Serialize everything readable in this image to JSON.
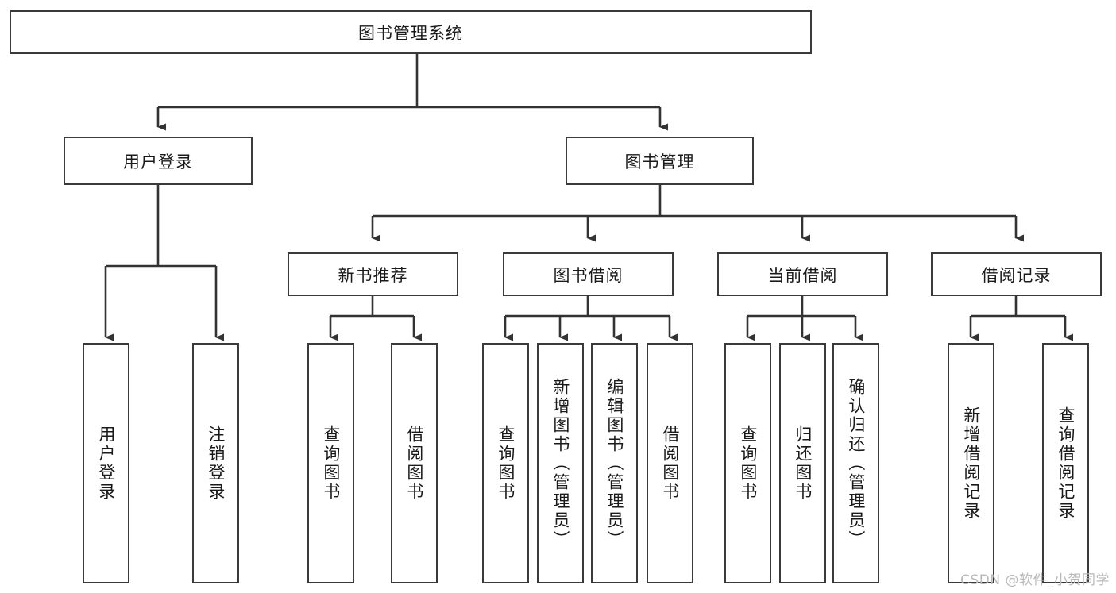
{
  "diagram": {
    "title": "图书管理系统",
    "type": "tree",
    "watermark": "CSDN @软件_小贺同学",
    "colors": {
      "background": "#ffffff",
      "box_border": "#3a3a3a",
      "box_fill": "#ffffff",
      "connector": "#333333",
      "text": "#1a1a1a",
      "watermark": "#b9b9b9"
    },
    "root": {
      "id": "root",
      "label": "图书管理系统"
    },
    "level2": [
      {
        "id": "user-login",
        "label": "用户登录"
      },
      {
        "id": "book-manage",
        "label": "图书管理"
      }
    ],
    "level3": [
      {
        "id": "new-book-recommend",
        "label": "新书推荐",
        "parent": "book-manage"
      },
      {
        "id": "book-borrow",
        "label": "图书借阅",
        "parent": "book-manage"
      },
      {
        "id": "current-borrow",
        "label": "当前借阅",
        "parent": "book-manage"
      },
      {
        "id": "borrow-record",
        "label": "借阅记录",
        "parent": "book-manage"
      }
    ],
    "leaves": [
      {
        "id": "leaf-user-login",
        "label": "用户登录",
        "parent": "user-login"
      },
      {
        "id": "leaf-user-logout",
        "label": "注销登录",
        "parent": "user-login"
      },
      {
        "id": "leaf-query-book-1",
        "label": "查询图书",
        "parent": "new-book-recommend"
      },
      {
        "id": "leaf-borrow-book-1",
        "label": "借阅图书",
        "parent": "new-book-recommend"
      },
      {
        "id": "leaf-query-book-2",
        "label": "查询图书",
        "parent": "book-borrow"
      },
      {
        "id": "leaf-add-book",
        "label": "新增图书（管理员）",
        "parent": "book-borrow"
      },
      {
        "id": "leaf-edit-book",
        "label": "编辑图书（管理员）",
        "parent": "book-borrow"
      },
      {
        "id": "leaf-borrow-book-2",
        "label": "借阅图书",
        "parent": "book-borrow"
      },
      {
        "id": "leaf-query-book-3",
        "label": "查询图书",
        "parent": "current-borrow"
      },
      {
        "id": "leaf-return-book",
        "label": "归还图书",
        "parent": "current-borrow"
      },
      {
        "id": "leaf-confirm-return",
        "label": "确认归还（管理员）",
        "parent": "current-borrow"
      },
      {
        "id": "leaf-add-record",
        "label": "新增借阅记录",
        "parent": "borrow-record"
      },
      {
        "id": "leaf-query-record",
        "label": "查询借阅记录",
        "parent": "borrow-record"
      }
    ]
  }
}
